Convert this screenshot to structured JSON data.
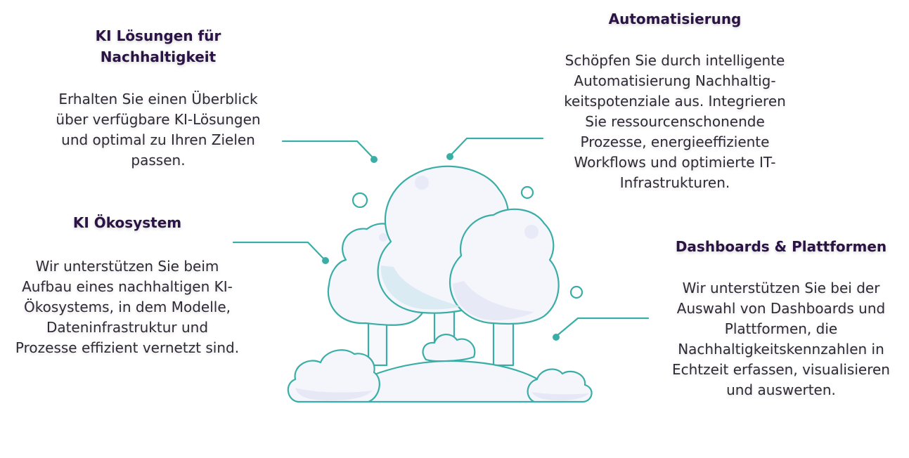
{
  "colors": {
    "accent": "#3aaea6",
    "title": "#2b1445",
    "fill_light": "#f5f5fc",
    "fill_shade": "#e6e8f6",
    "trunk_shade": "#d5e9f0"
  },
  "blocks": [
    {
      "title": "KI Lösungen für\nNachhaltigkeit",
      "text": "Erhalten Sie einen Überblick\nüber verfügbare KI-Lösungen\nund optimal zu Ihren Zielen\npassen."
    },
    {
      "title": "Automatisierung",
      "text": "Schöpfen Sie durch intelligente\nAutomatisierung Nachhaltig-\nkeitspotenziale aus. Integrieren\nSie ressourcenschonende\nProzesse, energieeffiziente\nWorkflows und optimierte IT-\nInfrastrukturen."
    },
    {
      "title": "KI Ökosystem",
      "text": "Wir unterstützen Sie beim\nAufbau eines nachhaltigen KI-\nÖkosystems, in dem Modelle,\nDateninfrastruktur und\nProzesse effizient vernetzt sind."
    },
    {
      "title": "Dashboards & Plattformen",
      "text": "Wir unterstützen Sie bei der\nAuswahl von Dashboards und\nPlattformen, die\nNachhaltigkeitskennzahlen in\nEchtzeit erfassen, visualisieren\nund auswerten."
    }
  ]
}
